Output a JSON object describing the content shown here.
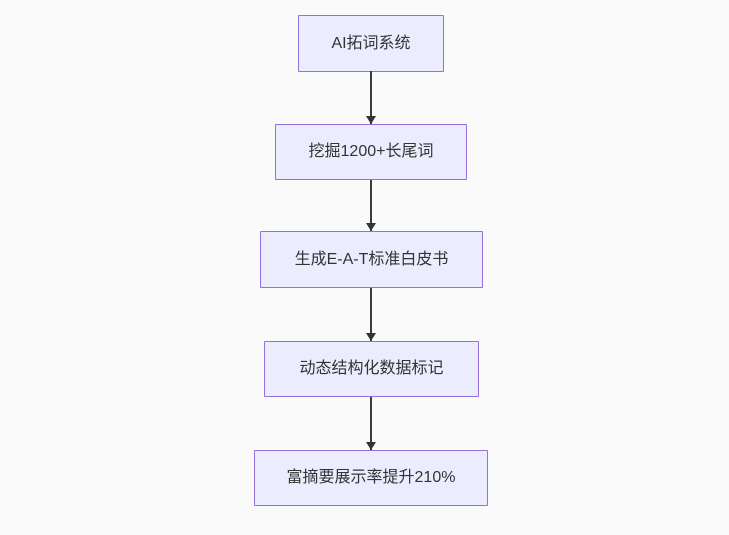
{
  "page": {
    "background_color": "#fafafa"
  },
  "diagram": {
    "type": "flowchart",
    "direction": "top-down",
    "style": {
      "node_fill": "#ececff",
      "node_border": "#9370db",
      "node_text_color": "#333333",
      "edge_color": "#333333"
    },
    "nodes": [
      {
        "id": "A",
        "label": "AI拓词系统"
      },
      {
        "id": "B",
        "label": "挖掘1200+长尾词"
      },
      {
        "id": "C",
        "label": "生成E-A-T标准白皮书"
      },
      {
        "id": "D",
        "label": "动态结构化数据标记"
      },
      {
        "id": "E",
        "label": "富摘要展示率提升210%"
      }
    ],
    "edges": [
      {
        "from": "A",
        "to": "B"
      },
      {
        "from": "B",
        "to": "C"
      },
      {
        "from": "C",
        "to": "D"
      },
      {
        "from": "D",
        "to": "E"
      }
    ]
  }
}
